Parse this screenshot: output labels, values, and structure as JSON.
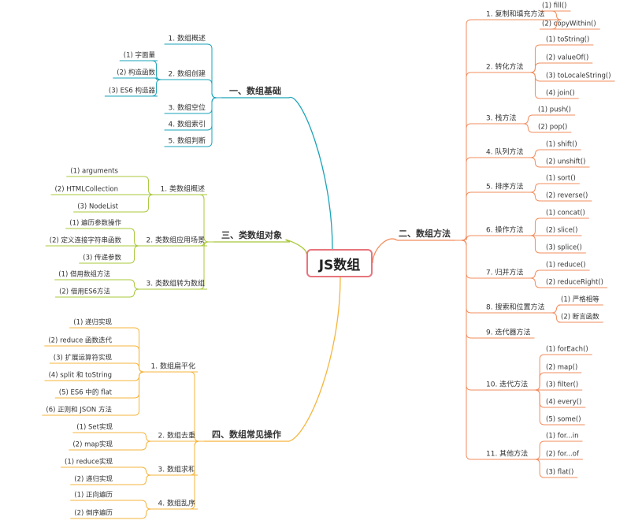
{
  "root": {
    "label": "JS数组"
  },
  "colors": {
    "teal": "#1aa3b8",
    "green": "#a8c83a",
    "yellow": "#f5b43c",
    "orange": "#f28c5e",
    "root_border": "#e8757d"
  },
  "branches": [
    {
      "id": "b1",
      "label": "一、数组基础",
      "color": "teal",
      "side": "left",
      "children": [
        {
          "label": "1. 数组概述"
        },
        {
          "label": "2. 数组创建",
          "children": [
            {
              "label": "(1) 字面量"
            },
            {
              "label": "(2) 构造函数"
            },
            {
              "label": "(3) ES6 构造器"
            }
          ]
        },
        {
          "label": "3. 数组空位"
        },
        {
          "label": "4. 数组索引"
        },
        {
          "label": "5. 数组判断"
        }
      ]
    },
    {
      "id": "b3",
      "label": "三、类数组对象",
      "color": "green",
      "side": "left",
      "children": [
        {
          "label": "1. 类数组概述",
          "children": [
            {
              "label": "(1) arguments"
            },
            {
              "label": "(2) HTMLCollection"
            },
            {
              "label": "(3) NodeList"
            }
          ]
        },
        {
          "label": "2. 类数组应用场景",
          "children": [
            {
              "label": "(1) 遍历参数操作"
            },
            {
              "label": "(2) 定义连接字符串函数"
            },
            {
              "label": "(3) 传递参数"
            }
          ]
        },
        {
          "label": "3. 类数组转为数组",
          "children": [
            {
              "label": "(1) 借用数组方法"
            },
            {
              "label": "(2) 借用ES6方法"
            }
          ]
        }
      ]
    },
    {
      "id": "b4",
      "label": "四、数组常见操作",
      "color": "yellow",
      "side": "left",
      "children": [
        {
          "label": "1. 数组扁平化",
          "children": [
            {
              "label": "(1) 递归实现"
            },
            {
              "label": "(2) reduce 函数迭代"
            },
            {
              "label": "(3) 扩展运算符实现"
            },
            {
              "label": "(4) split 和 toString"
            },
            {
              "label": "(5) ES6 中的 flat"
            },
            {
              "label": "(6) 正则和 JSON 方法"
            }
          ]
        },
        {
          "label": "2. 数组去重",
          "children": [
            {
              "label": "(1) Set实现"
            },
            {
              "label": "(2) map实现"
            }
          ]
        },
        {
          "label": "3. 数组求和",
          "children": [
            {
              "label": "(1) reduce实现"
            },
            {
              "label": "(2) 递归实现"
            }
          ]
        },
        {
          "label": "4. 数组乱序",
          "children": [
            {
              "label": "(1) 正向遍历"
            },
            {
              "label": "(2) 倒序遍历"
            }
          ]
        }
      ]
    },
    {
      "id": "b2",
      "label": "二、数组方法",
      "color": "orange",
      "side": "right",
      "children": [
        {
          "label": "1. 复制和填充方法",
          "children": [
            {
              "label": "(1) fill()"
            },
            {
              "label": "(2) copyWithin()"
            }
          ]
        },
        {
          "label": "2. 转化方法",
          "children": [
            {
              "label": "(1) toString()"
            },
            {
              "label": "(2) valueOf()"
            },
            {
              "label": "(3) toLocaleString()"
            },
            {
              "label": "(4) join()"
            }
          ]
        },
        {
          "label": "3. 栈方法",
          "children": [
            {
              "label": "(1) push()"
            },
            {
              "label": "(2) pop()"
            }
          ]
        },
        {
          "label": "4. 队列方法",
          "children": [
            {
              "label": "(1) shift()"
            },
            {
              "label": "(2) unshift()"
            }
          ]
        },
        {
          "label": "5. 排序方法",
          "children": [
            {
              "label": "(1) sort()"
            },
            {
              "label": "(2) reverse()"
            }
          ]
        },
        {
          "label": "6. 操作方法",
          "children": [
            {
              "label": "(1) concat()"
            },
            {
              "label": "(2) slice()"
            },
            {
              "label": "(3) splice()"
            }
          ]
        },
        {
          "label": "7. 归并方法",
          "children": [
            {
              "label": "(1) reduce()"
            },
            {
              "label": "(2) reduceRight()"
            }
          ]
        },
        {
          "label": "8. 搜索和位置方法",
          "children": [
            {
              "label": "(1) 严格相等"
            },
            {
              "label": "(2) 断言函数"
            }
          ]
        },
        {
          "label": "9. 迭代器方法"
        },
        {
          "label": "10. 迭代方法",
          "children": [
            {
              "label": "(1) forEach()"
            },
            {
              "label": "(2) map()"
            },
            {
              "label": "(3) filter()"
            },
            {
              "label": "(4) every()"
            },
            {
              "label": "(5) some()"
            }
          ]
        },
        {
          "label": "11. 其他方法",
          "children": [
            {
              "label": "(1) for...in"
            },
            {
              "label": "(2) for...of"
            },
            {
              "label": "(3) flat()"
            }
          ]
        }
      ]
    }
  ]
}
